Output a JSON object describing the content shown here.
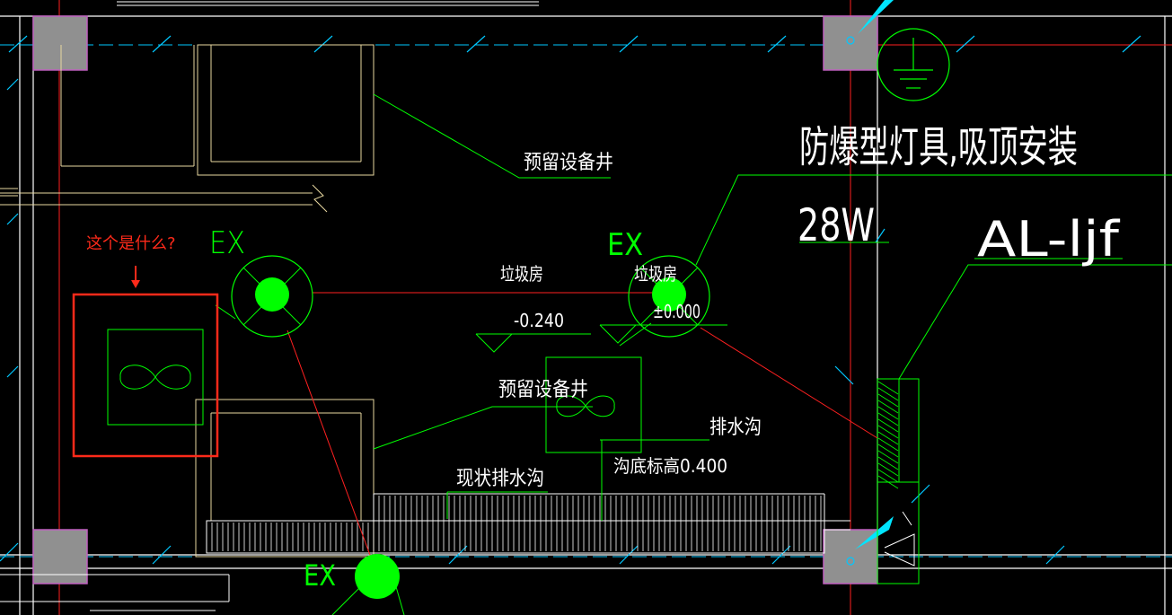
{
  "labels": {
    "title_big": "防爆型灯具,吸顶安装",
    "power": "28W",
    "panel": "AL-ljf",
    "reserved_shaft_1": "预留设备井",
    "reserved_shaft_2": "预留设备井",
    "garbage_room_1": "垃圾房",
    "garbage_room_2": "垃圾房",
    "elevation_1": "-0.240",
    "elevation_2": "±0.000",
    "drain_ditch": "排水沟",
    "ditch_bottom": "沟底标高0.400",
    "existing_drain": "现状排水沟",
    "ex_1": "EX",
    "ex_2": "EX",
    "ex_3": "EX",
    "question": "这个是什么?"
  },
  "colors": {
    "background": "#000000",
    "wall": "#ffffff",
    "axis_dash": "#00c8ff",
    "red_line": "#ff2020",
    "green": "#00ff00",
    "beige": "#e8d8a0",
    "column_fill": "#909090",
    "column_edge": "#c060c0",
    "highlight": "#ff2a1a"
  }
}
